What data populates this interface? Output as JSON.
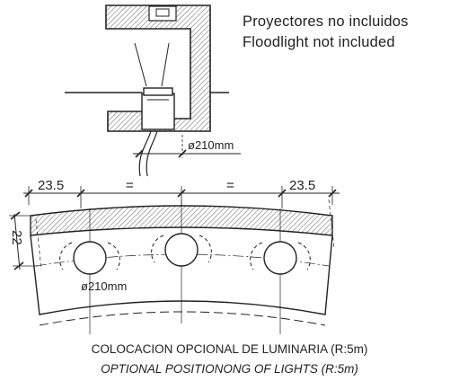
{
  "notes": {
    "spanish": "Proyectores no incluidos",
    "english": "Floodlight not included"
  },
  "dimensions": {
    "pipe_diameter": "ø210mm",
    "left_offset": "23.5",
    "middle_left": "=",
    "middle_right": "=",
    "right_offset": "23.5",
    "depth": "22",
    "hole_diameter": "ø210mm"
  },
  "captions": {
    "spanish": "COLOCACION OPCIONAL DE LUMINARIA (R:5m)",
    "english": "OPTIONAL POSITIONONG OF LIGHTS (R:5m)"
  }
}
